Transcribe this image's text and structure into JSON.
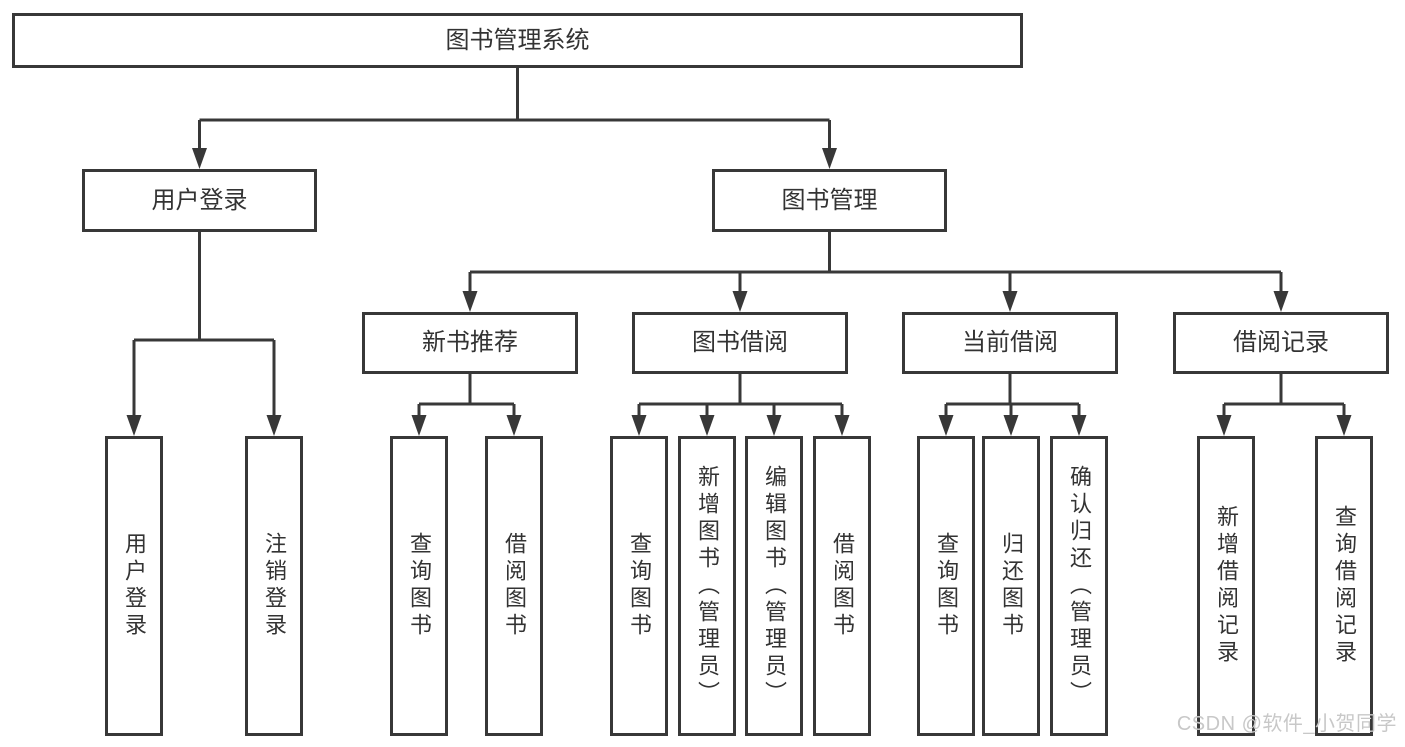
{
  "diagram": {
    "root": {
      "label": "图书管理系统"
    },
    "level2": {
      "user_login": {
        "label": "用户登录"
      },
      "book_management": {
        "label": "图书管理"
      }
    },
    "level3": {
      "new_book_recommend": {
        "label": "新书推荐"
      },
      "book_borrow": {
        "label": "图书借阅"
      },
      "current_borrow": {
        "label": "当前借阅"
      },
      "borrow_records": {
        "label": "借阅记录"
      }
    },
    "leaves": {
      "user_login_children": [
        {
          "label": "用户登录"
        },
        {
          "label": "注销登录"
        }
      ],
      "new_book_recommend_children": [
        {
          "label": "查询图书"
        },
        {
          "label": "借阅图书"
        }
      ],
      "book_borrow_children": [
        {
          "label": "查询图书"
        },
        {
          "label": "新增图书（管理员）"
        },
        {
          "label": "编辑图书（管理员）"
        },
        {
          "label": "借阅图书"
        }
      ],
      "current_borrow_children": [
        {
          "label": "查询图书"
        },
        {
          "label": "归还图书"
        },
        {
          "label": "确认归还（管理员）"
        }
      ],
      "borrow_records_children": [
        {
          "label": "新增借阅记录"
        },
        {
          "label": "查询借阅记录"
        }
      ]
    }
  },
  "watermark": {
    "text": "CSDN @软件_小贺同学"
  },
  "colors": {
    "line": "#383838",
    "text": "#333333",
    "watermark": "#c8c8c8",
    "background": "#ffffff"
  }
}
